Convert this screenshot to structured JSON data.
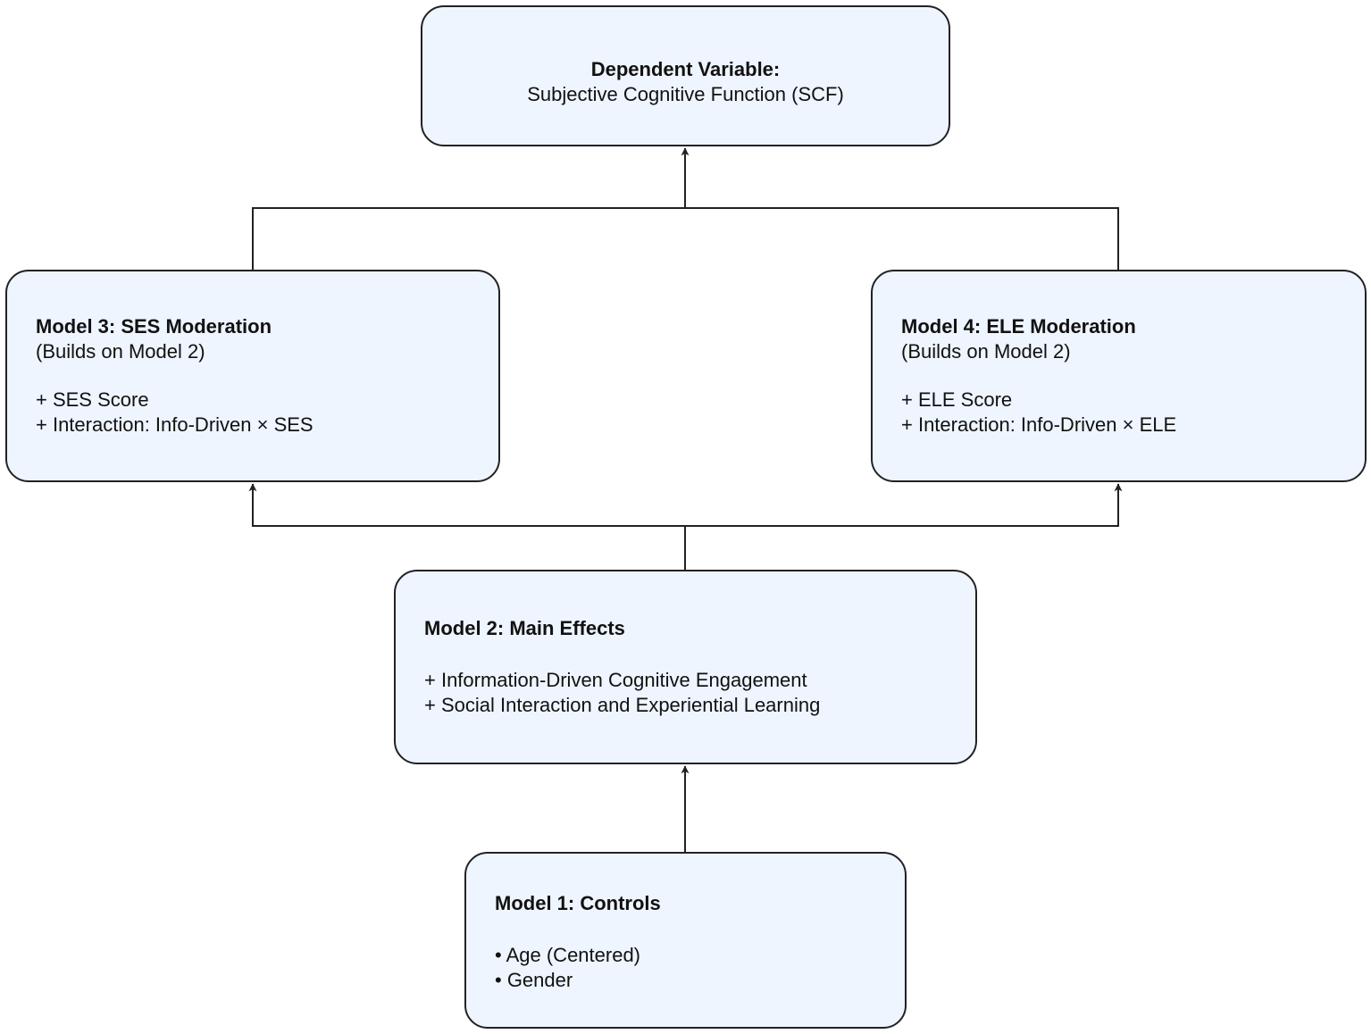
{
  "dependent_variable": {
    "title": "Dependent Variable:",
    "subtitle": "Subjective Cognitive Function (SCF)"
  },
  "model3": {
    "title": "Model 3: SES Moderation",
    "note": "(Builds on Model 2)",
    "items": [
      "+ SES Score",
      "+ Interaction: Info-Driven × SES"
    ]
  },
  "model4": {
    "title": "Model 4: ELE Moderation",
    "note": "(Builds on Model 2)",
    "items": [
      "+ ELE Score",
      "+ Interaction: Info-Driven × ELE"
    ]
  },
  "model2": {
    "title": "Model 2: Main Effects",
    "items": [
      "+ Information-Driven Cognitive Engagement",
      "+ Social Interaction and Experiential Learning"
    ]
  },
  "model1": {
    "title": "Model 1: Controls",
    "items": [
      "• Age (Centered)",
      "• Gender"
    ]
  },
  "colors": {
    "box_fill": "#eef5ff",
    "box_stroke": "#222222",
    "connector": "#222222"
  }
}
